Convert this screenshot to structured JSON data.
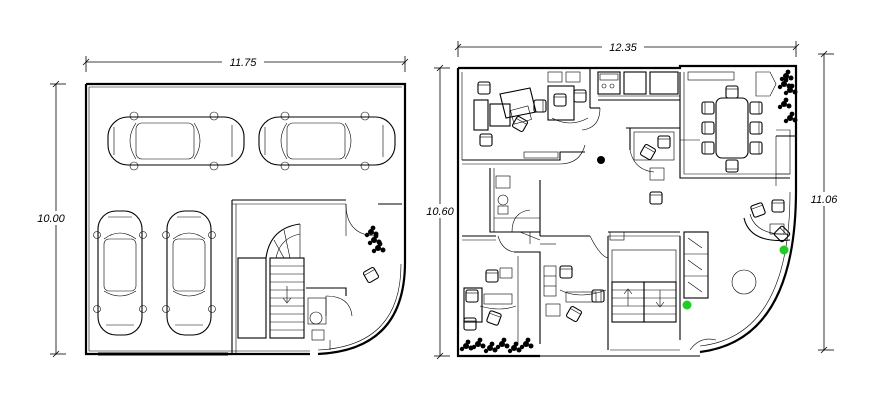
{
  "dimensions": {
    "left_width": "11.75",
    "left_height": "10.00",
    "right_width": "12.35",
    "right_height_left": "10.60",
    "right_height_right": "11.06"
  },
  "colors": {
    "line": "#000000",
    "marker": "#22cc22",
    "background": "#ffffff"
  },
  "icons": {
    "stair_arrow": "arrow-down-icon",
    "car": "car-icon",
    "plant": "plant-icon"
  }
}
